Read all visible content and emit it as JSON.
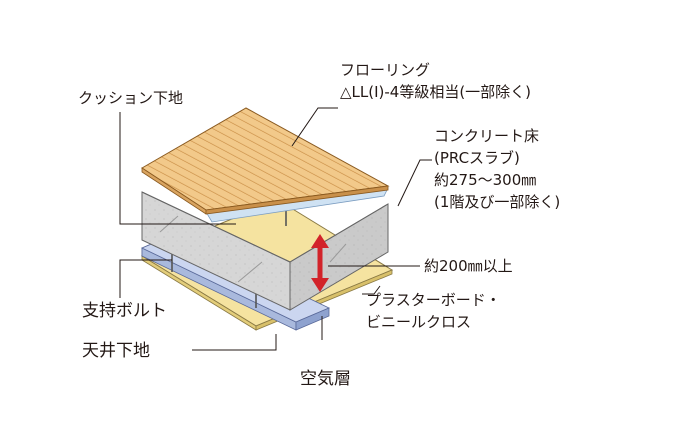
{
  "labels": {
    "cushion": "クッション下地",
    "flooring_1": "フローリング",
    "flooring_2": "△LL(I)-4等級相当(一部除く)",
    "concrete_1": "コンクリート床",
    "concrete_2": "(PRCスラブ)",
    "concrete_3": "約275〜300㎜",
    "concrete_4": "(1階及び一部除く)",
    "gap": "約200㎜以上",
    "bolt": "支持ボルト",
    "plaster_1": "プラスターボード・",
    "plaster_2": "ビニールクロス",
    "ceiling": "天井下地",
    "air": "空気層"
  },
  "colors": {
    "text": "#231815",
    "wood": "#f2c98a",
    "wood_grain": "#c98d45",
    "cushion": "#cfe2f3",
    "concrete": "#d6d6d6",
    "plaster": "#f5e3a0",
    "ceiling_joist": "#a9b9dd",
    "arrow": "#d2232a"
  }
}
